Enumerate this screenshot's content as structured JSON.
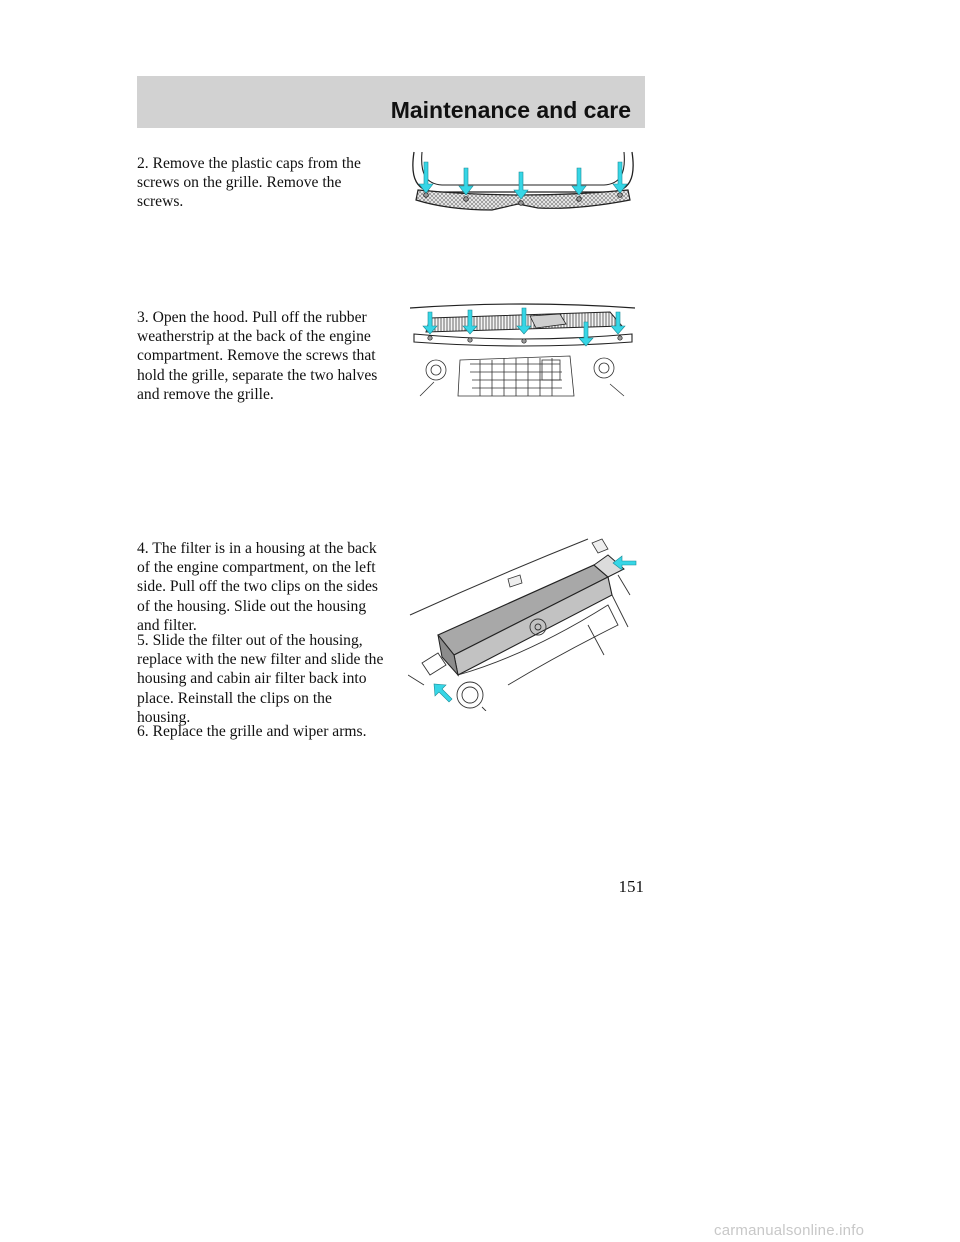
{
  "header": {
    "title": "Maintenance and care"
  },
  "steps": [
    "2. Remove the plastic caps from the screws on the grille. Remove the screws.",
    "3. Open the hood. Pull off the rubber weatherstrip at the back of the engine compartment. Remove the screws that hold the grille, separate the two halves and remove the grille.",
    "4. The filter is in a housing at the back of the engine compartment, on the left side. Pull off the two clips on the sides of the housing. Slide out the housing and filter.",
    "5. Slide the filter out of the housing, replace with the new filter and slide the housing and cabin air filter back into place. Reinstall the clips on the housing.",
    "6. Replace the grille and wiper arms."
  ],
  "page_number": "151",
  "footer": {
    "watermark": "carmanualsonline.info"
  },
  "colors": {
    "arrow": "#36d6e6",
    "header_band": "#d2d2d2"
  }
}
